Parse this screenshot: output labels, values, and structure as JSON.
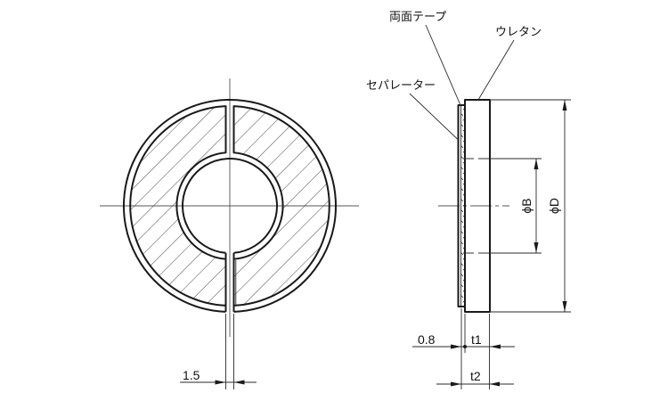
{
  "drawing": {
    "front_view": {
      "slot_width": "1.5"
    },
    "side_view": {
      "labels": {
        "double_sided_tape": "両面テープ",
        "urethane": "ウレタン",
        "separator": "セパレーター"
      },
      "dimensions": {
        "inner_diameter": "ϕB",
        "outer_diameter": "ϕD",
        "separator_thickness": "0.8",
        "urethane_thickness": "t1",
        "total_thickness": "t2"
      }
    },
    "colors": {
      "line": "#1a1a1a",
      "centerline": "#555555",
      "background": "#ffffff"
    }
  }
}
